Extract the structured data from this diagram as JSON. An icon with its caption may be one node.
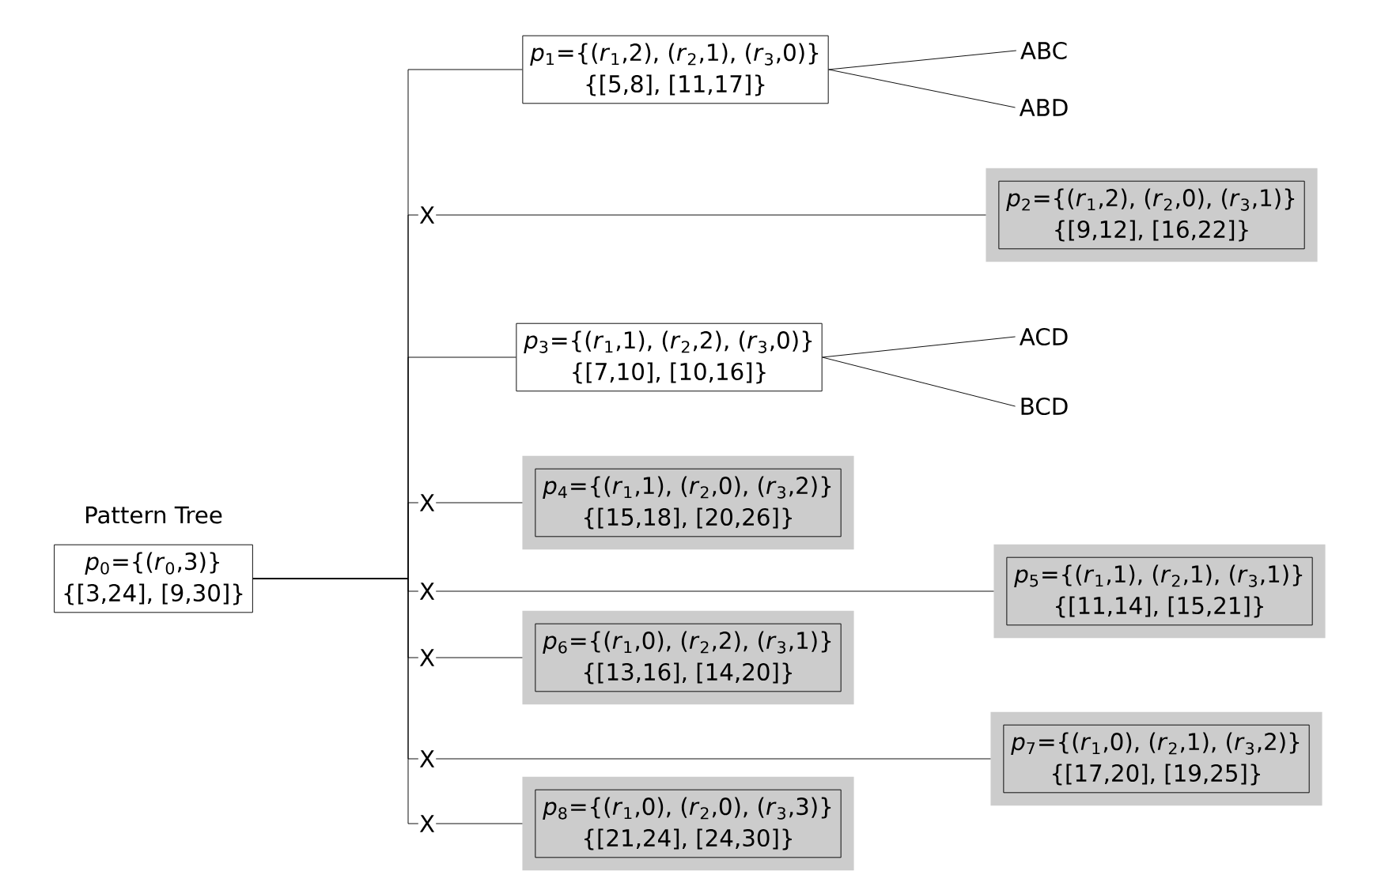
{
  "diagram": {
    "nodes": [
      {
        "text": [
          "*p*$_{0}$={(*r*$_{0}$,3)}",
          "{[3,24], [9,30]}"
        ],
        "beside": [
          "Pattern Tree"
        ]
      },
      {
        "text": [
          "*p*$_{1}$={(*r*$_{1}$,2), (*r*$_{2}$,1), (*r*$_{3}$,0)}",
          "{[5,8], [11,17]}"
        ]
      },
      {
        "text": [
          "*p*$_{2}$={(*r*$_{1}$,2), (*r*$_{2}$,0), (*r*$_{3}$,1)}",
          "{[9,12], [16,22]}"
        ]
      },
      {
        "text": [
          "*p*$_{3}$={(*r*$_{1}$,1), (*r*$_{2}$,2), (*r*$_{3}$,0)}",
          "{[7,10], [10,16]}"
        ]
      },
      {
        "text": [
          "*p*$_{4}$={(*r*$_{1}$,1), (*r*$_{2}$,0), (*r*$_{3}$,2)}",
          "{[15,18], [20,26]}"
        ]
      },
      {
        "text": [
          "*p*$_{5}$={(*r*$_{1}$,1), (*r*$_{2}$,1), (*r*$_{3}$,1)}",
          "{[11,14], [15,21]}"
        ]
      },
      {
        "text": [
          "*p*$_{6}$={(*r*$_{1}$,0), (*r*$_{2}$,2), (*r*$_{3}$,1)}",
          "{[13,16], [14,20]}"
        ]
      },
      {
        "text": [
          "*p*$_{7}$={(*r*$_{1}$,0), (*r*$_{2}$,1), (*r*$_{3}$,2)}",
          "{[17,20], [19,25]}"
        ]
      },
      {
        "text": [
          "*p*$_{8}$={(*r*$_{1}$,0), (*r*$_{2}$,0), (*r*$_{3}$,3)}",
          "{[21,24], [24,30]}"
        ]
      },
      {
        "text": [
          "ABC"
        ]
      },
      {
        "text": [
          "ABD"
        ]
      },
      {
        "text": [
          "ACD"
        ]
      },
      {
        "text": [
          "BCD"
        ]
      }
    ],
    "edges": [
      {
        "from": 0,
        "to": 1,
        "arrow": "none"
      },
      {
        "from": 0,
        "to": 2,
        "arrow": "none",
        "label": "X"
      },
      {
        "from": 0,
        "to": 3,
        "arrow": "none"
      },
      {
        "from": 0,
        "to": 4,
        "arrow": "none",
        "label": "X"
      },
      {
        "from": 0,
        "to": 5,
        "arrow": "none",
        "label": "X"
      },
      {
        "from": 0,
        "to": 6,
        "arrow": "none",
        "label": "X"
      },
      {
        "from": 0,
        "to": 7,
        "arrow": "none",
        "label": "X"
      },
      {
        "from": 0,
        "to": 8,
        "arrow": "none",
        "label": "X"
      },
      {
        "from": 1,
        "to": 9,
        "arrow": "none"
      },
      {
        "from": 1,
        "to": 10,
        "arrow": "none"
      },
      {
        "from": 3,
        "to": 11,
        "arrow": "none"
      },
      {
        "from": 3,
        "to": 12,
        "arrow": "none"
      }
    ]
  }
}
